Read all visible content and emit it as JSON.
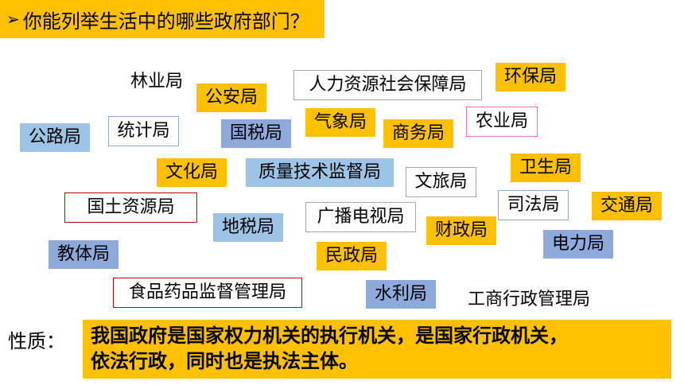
{
  "question": {
    "arrow": "➢",
    "text": "你能列举生活中的哪些政府部门？"
  },
  "departments": {
    "forestry": "林业局",
    "public_security": "公安局",
    "hr_social_security": "人力资源社会保障局",
    "environment": "环保局",
    "highway": "公路局",
    "statistics": "统计局",
    "national_tax": "国税局",
    "meteorology": "气象局",
    "commerce": "商务局",
    "agriculture": "农业局",
    "culture": "文化局",
    "quality_supervision": "质量技术监督局",
    "culture_tourism": "文旅局",
    "health": "卫生局",
    "land_resources": "国土资源局",
    "broadcasting": "广播电视局",
    "justice": "司法局",
    "transportation": "交通局",
    "local_tax": "地税局",
    "finance": "财政局",
    "education_sports": "教体局",
    "civil_affairs": "民政局",
    "electric_power": "电力局",
    "food_drug": "食品药品监督管理局",
    "water_resources": "水利局",
    "industry_commerce": "工商行政管理局"
  },
  "nature": {
    "label": "性质：",
    "line1": "我国政府是国家权力机关的执行机关，是国家行政机关，",
    "line2": "依法行政，同时也是执法主体。"
  }
}
